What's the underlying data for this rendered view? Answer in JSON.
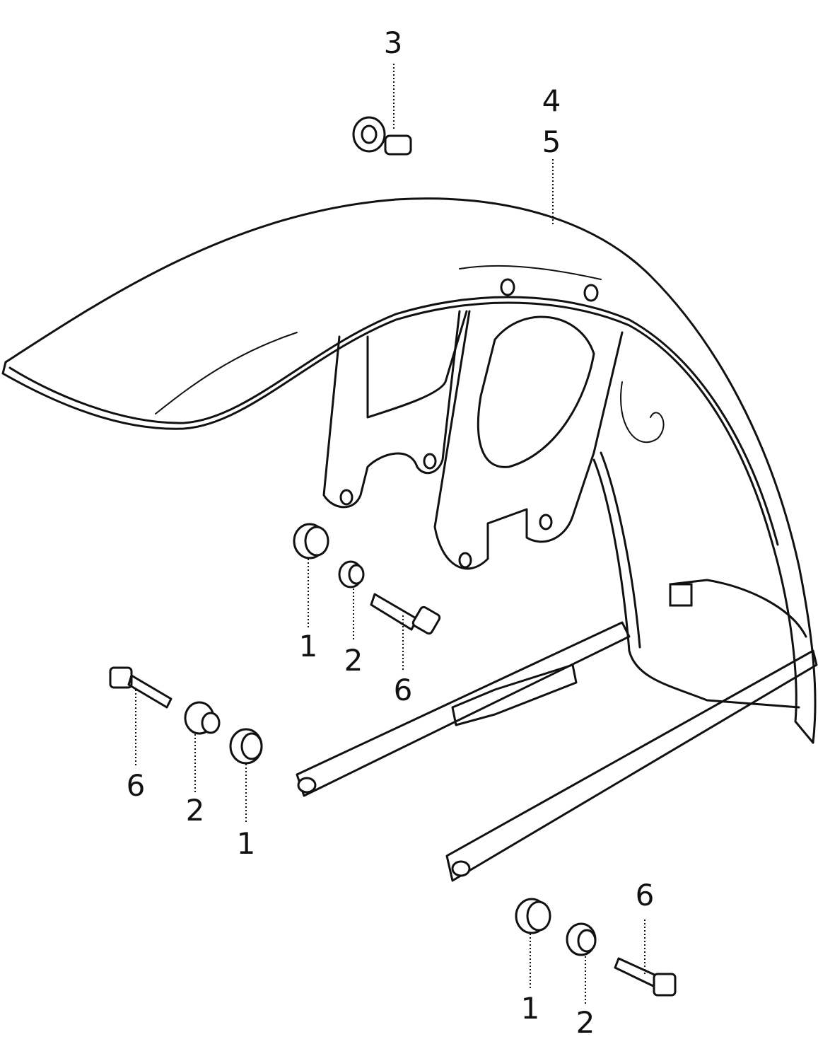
{
  "callouts": {
    "c3": "3",
    "c4": "4",
    "c5": "5",
    "c1_center": "1",
    "c2_center": "2",
    "c6_center": "6",
    "c6_left": "6",
    "c2_left": "2",
    "c1_left": "1",
    "c6_right": "6",
    "c1_right": "1",
    "c2_right": "2"
  }
}
